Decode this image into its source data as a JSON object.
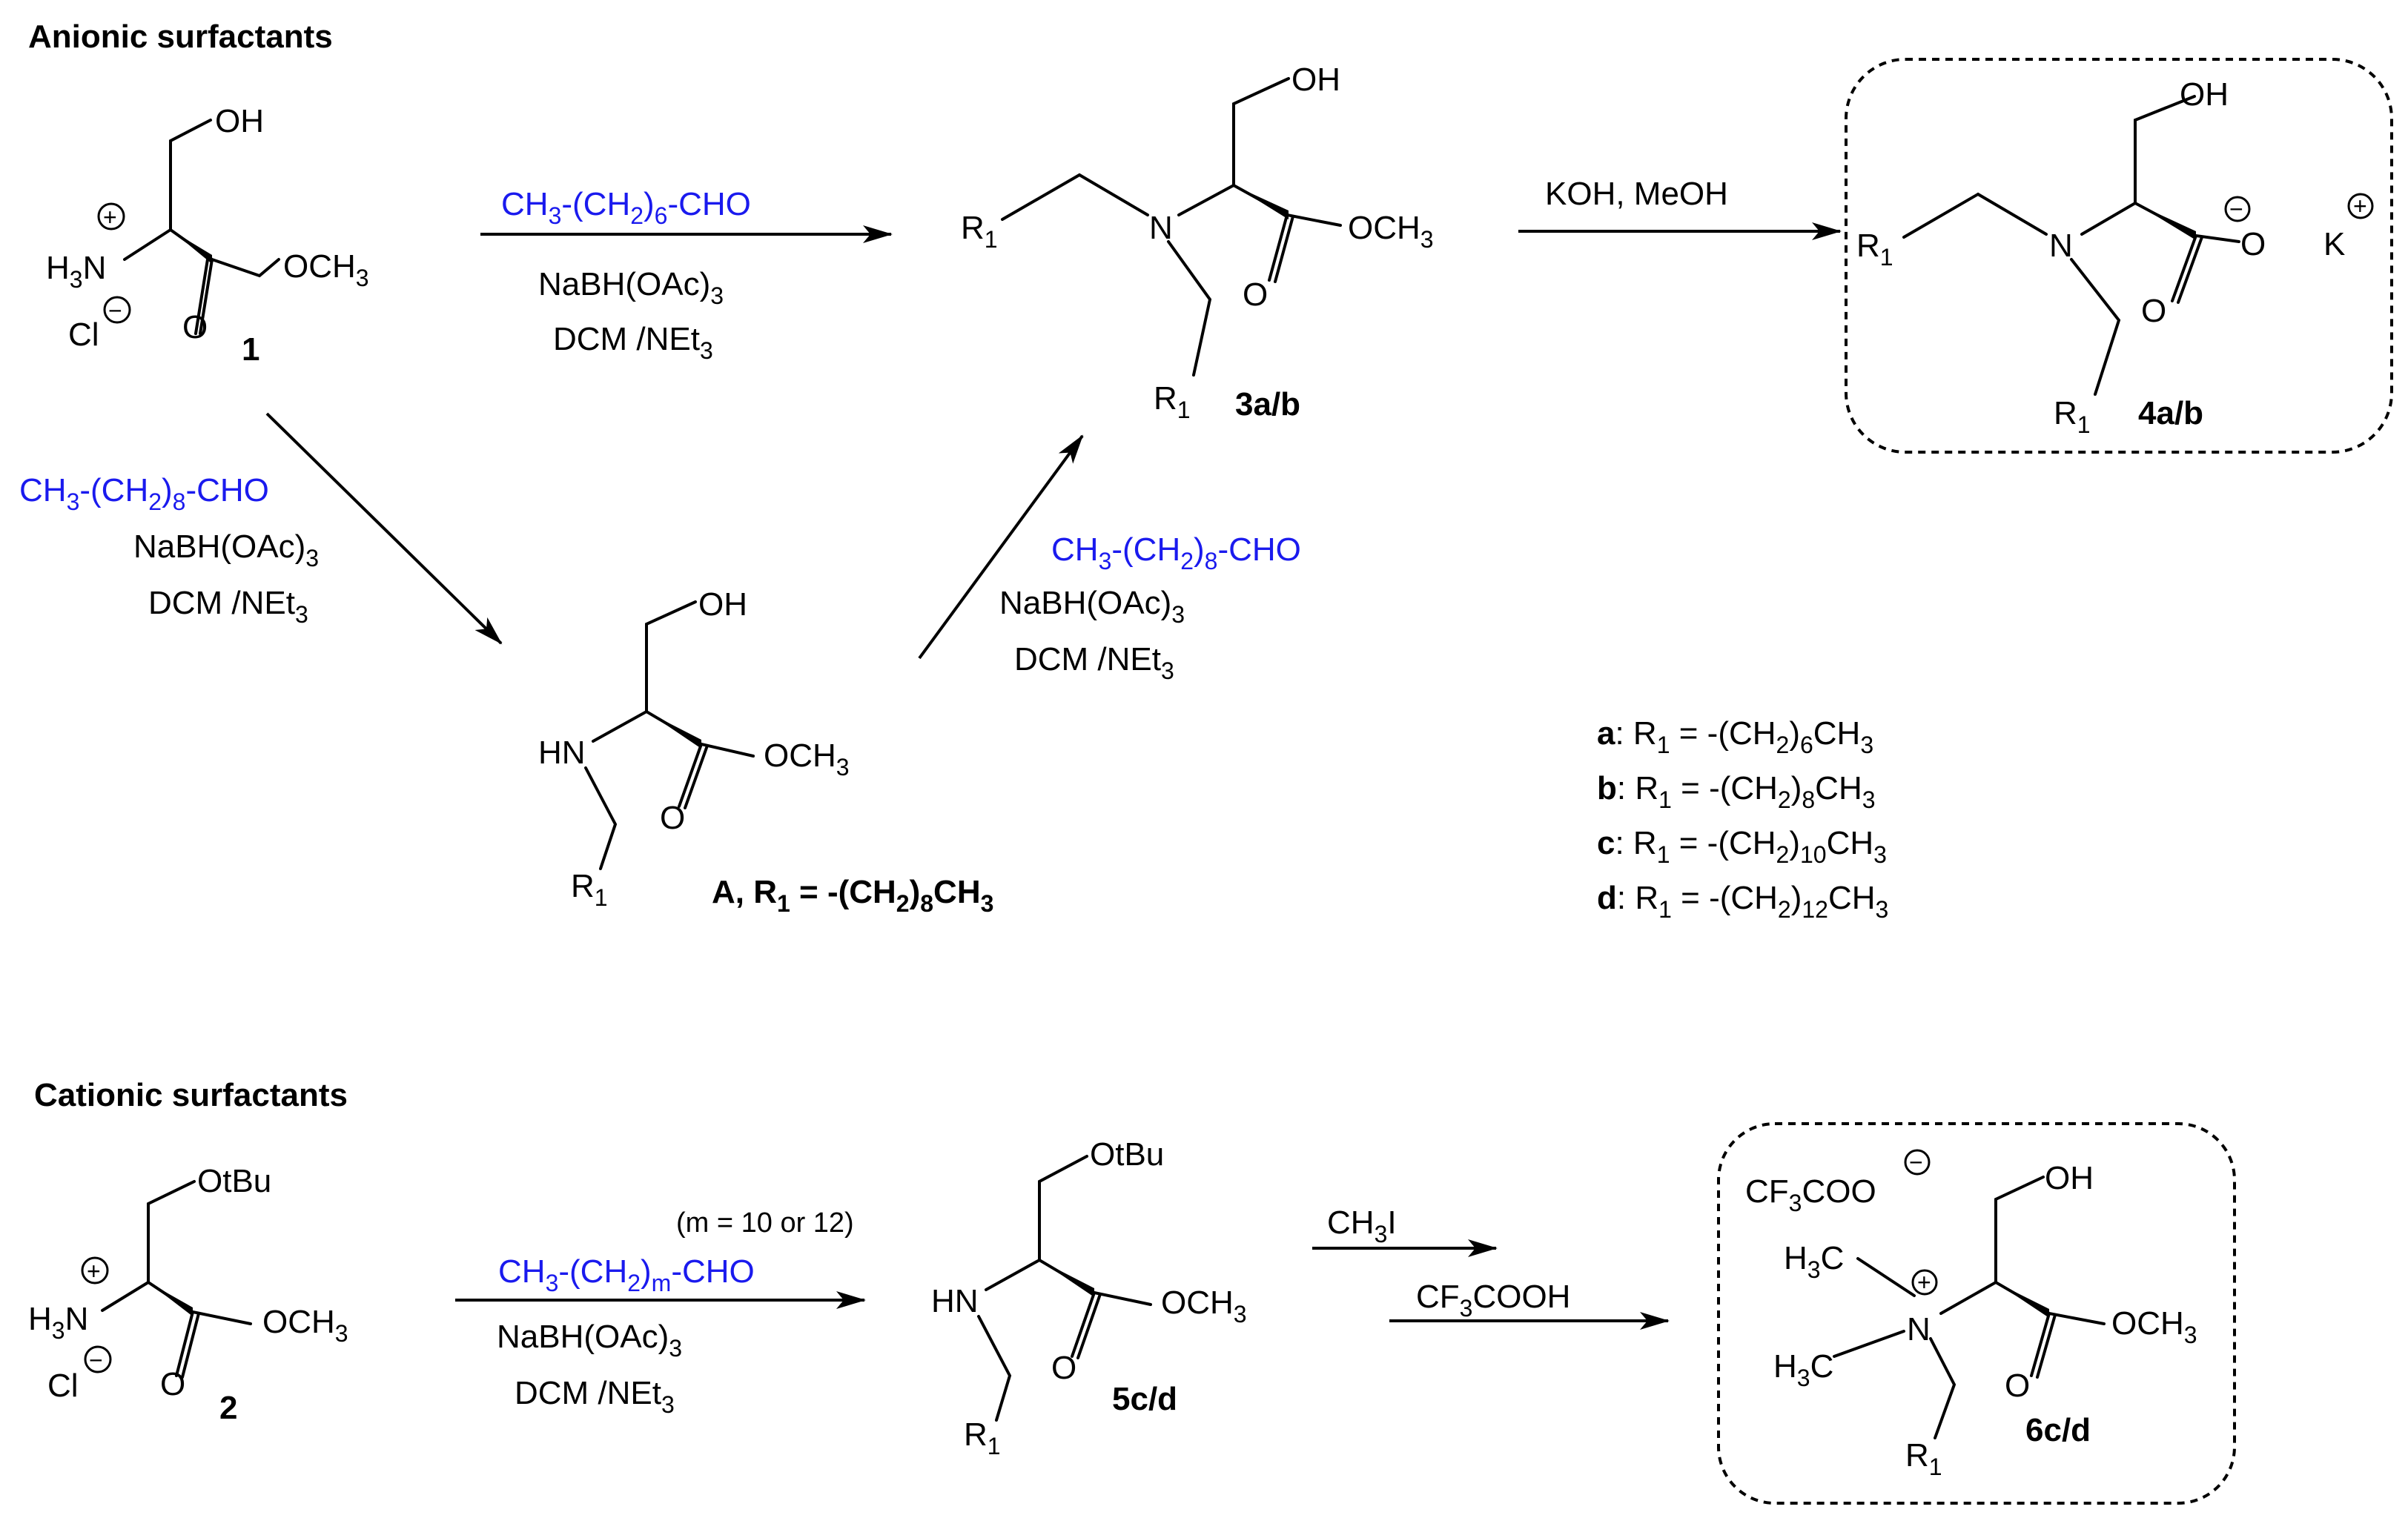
{
  "sections": {
    "anionic_title": "Anionic surfactants",
    "cationic_title": "Cationic surfactants"
  },
  "atoms": {
    "OH": "OH",
    "OtBu": "OtBu",
    "H3N_H": "H",
    "H3N_3": "3",
    "H3N_N": "N",
    "Cl": "Cl",
    "O": "O",
    "OCH3_OCH": "OCH",
    "OCH3_3": "3",
    "N": "N",
    "R": "R",
    "R_sub": "1",
    "HN": "HN",
    "O_minus": "O",
    "K": "K",
    "H3C_H": "H",
    "H3C_3": "3",
    "H3C_C": "C",
    "plus": "+",
    "minus": "−"
  },
  "compounds": {
    "c1": "1",
    "c2": "2",
    "c3": "3a/b",
    "c4": "4a/b",
    "c5": "5c/d",
    "c6": "6c/d",
    "cA_prefix": "A, R",
    "cA_sub1": "1",
    "cA_mid": " = -(CH",
    "cA_sub2": "2",
    "cA_sub3": "8",
    "cA_end": "CH",
    "cA_sub4": "3"
  },
  "reagents": {
    "ald6_a": "CH",
    "ald6_b": "3",
    "ald6_c": "-(CH",
    "ald6_d": "2",
    "ald6_e": ")",
    "ald6_f": "6",
    "ald6_g": "-CHO",
    "ald8_a": "CH",
    "ald8_b": "3",
    "ald8_c": "-(CH",
    "ald8_d": "2",
    "ald8_e": ")",
    "ald8_f": "8",
    "ald8_g": "-CHO",
    "aldm_a": "CH",
    "aldm_b": "3",
    "aldm_c": "-(CH",
    "aldm_d": "2",
    "aldm_e": ")",
    "aldm_f": "m",
    "aldm_g": "-CHO",
    "nabh_a": "NaBH(OAc)",
    "nabh_b": "3",
    "dcm_a": "DCM /NEt",
    "dcm_b": "3",
    "koh": "KOH, MeOH",
    "mnote": "(m = 10 or 12)",
    "ch3i_a": "CH",
    "ch3i_b": "3",
    "ch3i_c": "I",
    "tfa_a": "CF",
    "tfa_b": "3",
    "tfa_c": "COOH",
    "tfacoo_a": "CF",
    "tfacoo_b": "3",
    "tfacoo_c": "COO"
  },
  "legend": [
    {
      "key": "a",
      "pre": ": R",
      "s1": "1",
      "mid": " = -(CH",
      "s2": "2",
      "close": ")",
      "n": "6",
      "end": "CH",
      "s3": "3"
    },
    {
      "key": "b",
      "pre": ": R",
      "s1": "1",
      "mid": " = -(CH",
      "s2": "2",
      "close": ")",
      "n": "8",
      "end": "CH",
      "s3": "3"
    },
    {
      "key": "c",
      "pre": ": R",
      "s1": "1",
      "mid": " = -(CH",
      "s2": "2",
      "close": ")",
      "n": "10",
      "end": "CH",
      "s3": "3"
    },
    {
      "key": "d",
      "pre": ": R",
      "s1": "1",
      "mid": " = -(CH",
      "s2": "2",
      "close": ")",
      "n": "12",
      "end": "CH",
      "s3": "3"
    }
  ],
  "colors": {
    "reagent_highlight": "#1a1aee",
    "text": "#000000"
  }
}
